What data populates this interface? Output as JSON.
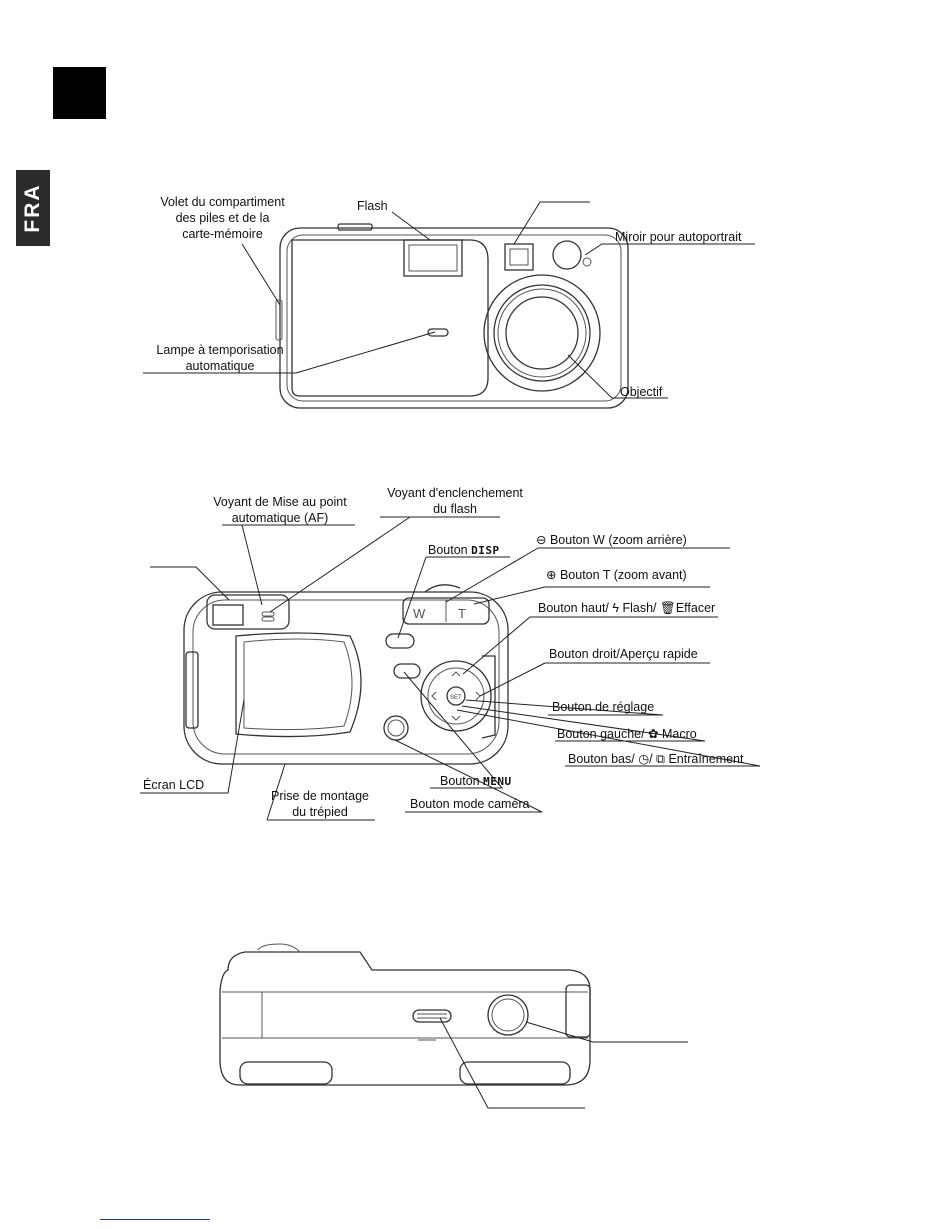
{
  "language_tab": "FRA",
  "front_view": {
    "battery_door": "Volet du compartiment\ndes piles et de la\ncarte-mémoire",
    "flash": "Flash",
    "mirror": "Miroir pour autoportrait",
    "self_timer_lamp": "Lampe à temporisation\nautomatique",
    "lens": "Objectif"
  },
  "back_view": {
    "af_indicator": "Voyant de Mise au point\nautomatique (AF)",
    "flash_indicator": "Voyant d'enclenchement\ndu flash",
    "disp_prefix": "Bouton ",
    "disp_key": "DISP",
    "zoom_w": "Bouton W (zoom arrière)",
    "zoom_t": "Bouton T (zoom avant)",
    "up_button": "Bouton haut/ ϟ Flash/ 🗑Effacer",
    "right_button": "Bouton droit/Aperçu rapide",
    "set_button": "Bouton de réglage",
    "left_button": "Bouton gauche/ ✿ Macro",
    "down_button": "Bouton bas/ ◷/ ⧉ Entraînement",
    "lcd": "Écran LCD",
    "tripod": "Prise de montage\ndu trépied",
    "menu_prefix": "Bouton ",
    "menu_key": "MENU",
    "mode_button": "Bouton mode caméra"
  },
  "colors": {
    "ink": "#111111",
    "tab": "#2b2b2b",
    "footer_rule": "#1a3aa8"
  }
}
